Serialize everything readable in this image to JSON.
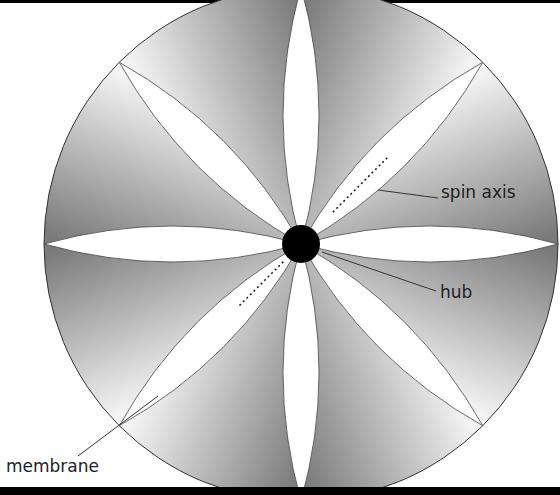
{
  "diagram": {
    "labels": [
      "spin axis",
      "hub",
      "membrane"
    ]
  }
}
